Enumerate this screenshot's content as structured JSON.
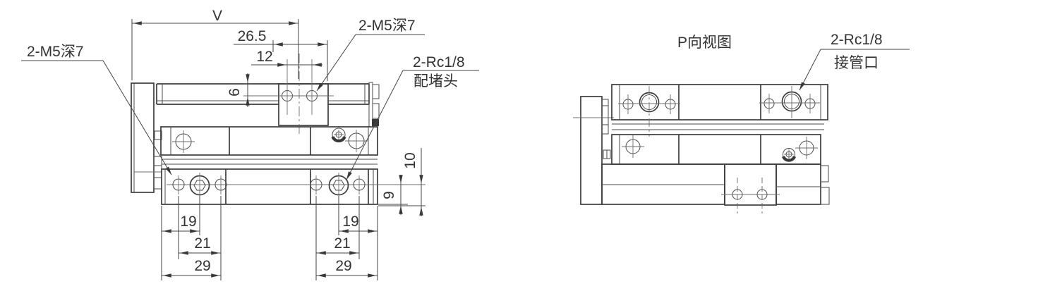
{
  "page": {
    "background": "#ffffff",
    "line_color": "#3c3c3e",
    "text_color": "#333336"
  },
  "left_view": {
    "labels": {
      "thread_side": "2-M5深7",
      "thread_top": "2-M5深7",
      "port_plug_line1": "2-Rc1/8",
      "port_plug_line2": "配堵头"
    },
    "dims": {
      "v": "V",
      "block_offset": "26.5",
      "top_hole_pitch": "12",
      "top_hole_depth": "6",
      "edge_to_hex_left": "19",
      "small_hole_pitch_left": "21",
      "edge_span_left": "29",
      "hex_to_edge_right": "19",
      "small_hole_pitch_right": "21",
      "edge_span_right": "29",
      "port_center_height": "9",
      "port_center_height_outer": "10"
    }
  },
  "right_view": {
    "title": "P向视图",
    "labels": {
      "pipe_port_line1": "2-Rc1/8",
      "pipe_port_line2": "接管口"
    }
  }
}
